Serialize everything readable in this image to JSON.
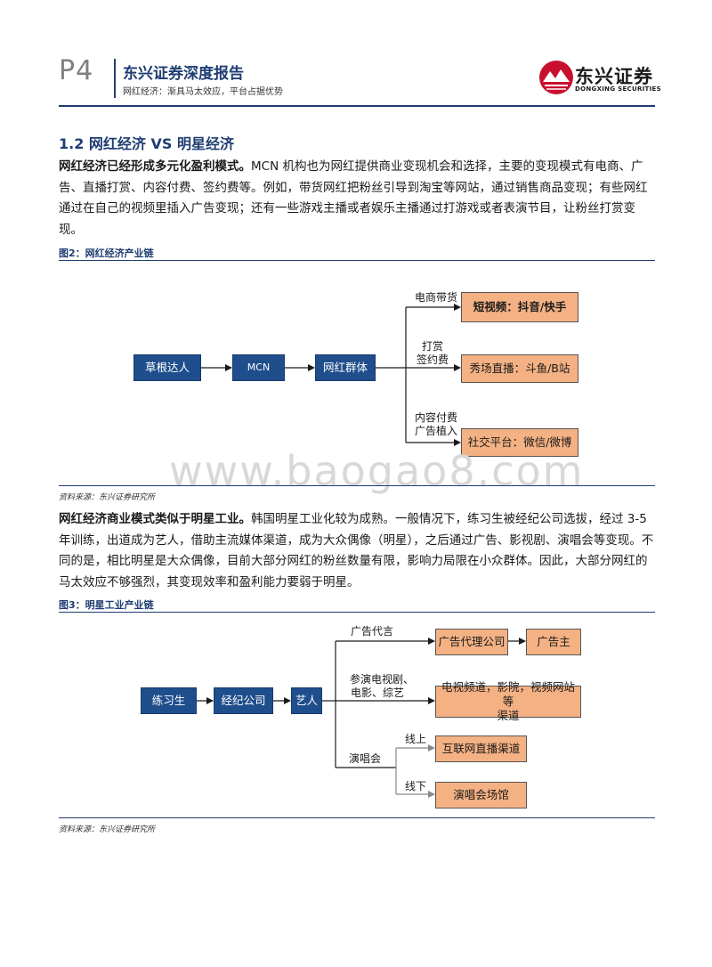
{
  "header": {
    "page_number": "P4",
    "report_title": "东兴证券深度报告",
    "report_subtitle": "网红经济：渐具马太效应，平台占据优势",
    "logo_cn": "东兴证券",
    "logo_en": "DONGXING SECURITIES",
    "brand_color": "#1f3d72",
    "logo_color": "#c8102e"
  },
  "section": {
    "title": "1.2 网红经济 VS 明星经济"
  },
  "para1": {
    "lead": "网红经济已经形成多元化盈利模式。",
    "body": "MCN 机构也为网红提供商业变现机会和选择，主要的变现模式有电商、广告、直播打赏、内容付费、签约费等。例如，带货网红把粉丝引导到淘宝等网站，通过销售商品变现；有些网红通过在自己的视频里插入广告变现；还有一些游戏主播或者娱乐主播通过打游戏或者表演节目，让粉丝打赏变现。"
  },
  "fig2": {
    "title": "图2：网红经济产业链",
    "source": "资料来源：东兴证券研究所",
    "nodes": {
      "grassroots": "草根达人",
      "mcn": "MCN",
      "influencers": "网红群体",
      "short_video": "短视频：抖音/快手",
      "live_show": "秀场直播：斗鱼/B站",
      "social": "社交平台：微信/微博"
    },
    "labels": {
      "ecommerce": "电商带货",
      "tips_1": "打赏",
      "tips_2": "签约费",
      "content_1": "内容付费",
      "content_2": "广告植入"
    }
  },
  "watermark": "www.baogao8.com",
  "para2": {
    "lead": "网红经济商业模式类似于明星工业。",
    "body": "韩国明星工业化较为成熟。一般情况下，练习生被经纪公司选拔，经过 3-5 年训练，出道成为艺人，借助主流媒体渠道，成为大众偶像（明星），之后通过广告、影视剧、演唱会等变现。不同的是，相比明星是大众偶像，目前大部分网红的粉丝数量有限，影响力局限在小众群体。因此，大部分网红的马太效应不够强烈，其变现效率和盈利能力要弱于明星。"
  },
  "fig3": {
    "title": "图3：明星工业产业链",
    "source": "资料来源：东兴证券研究所",
    "nodes": {
      "trainee": "练习生",
      "agency": "经纪公司",
      "artist": "艺人",
      "ad_agency": "广告代理公司",
      "advertiser": "广告主",
      "tv_1": "电视频道，影院，视频网站等",
      "tv_2": "渠道",
      "online": "互联网直播渠道",
      "venue": "演唱会场馆"
    },
    "labels": {
      "endorsement": "广告代言",
      "acting_1": "参演电视剧、",
      "acting_2": "电影、综艺",
      "concert": "演唱会",
      "online": "线上",
      "offline": "线下"
    }
  }
}
